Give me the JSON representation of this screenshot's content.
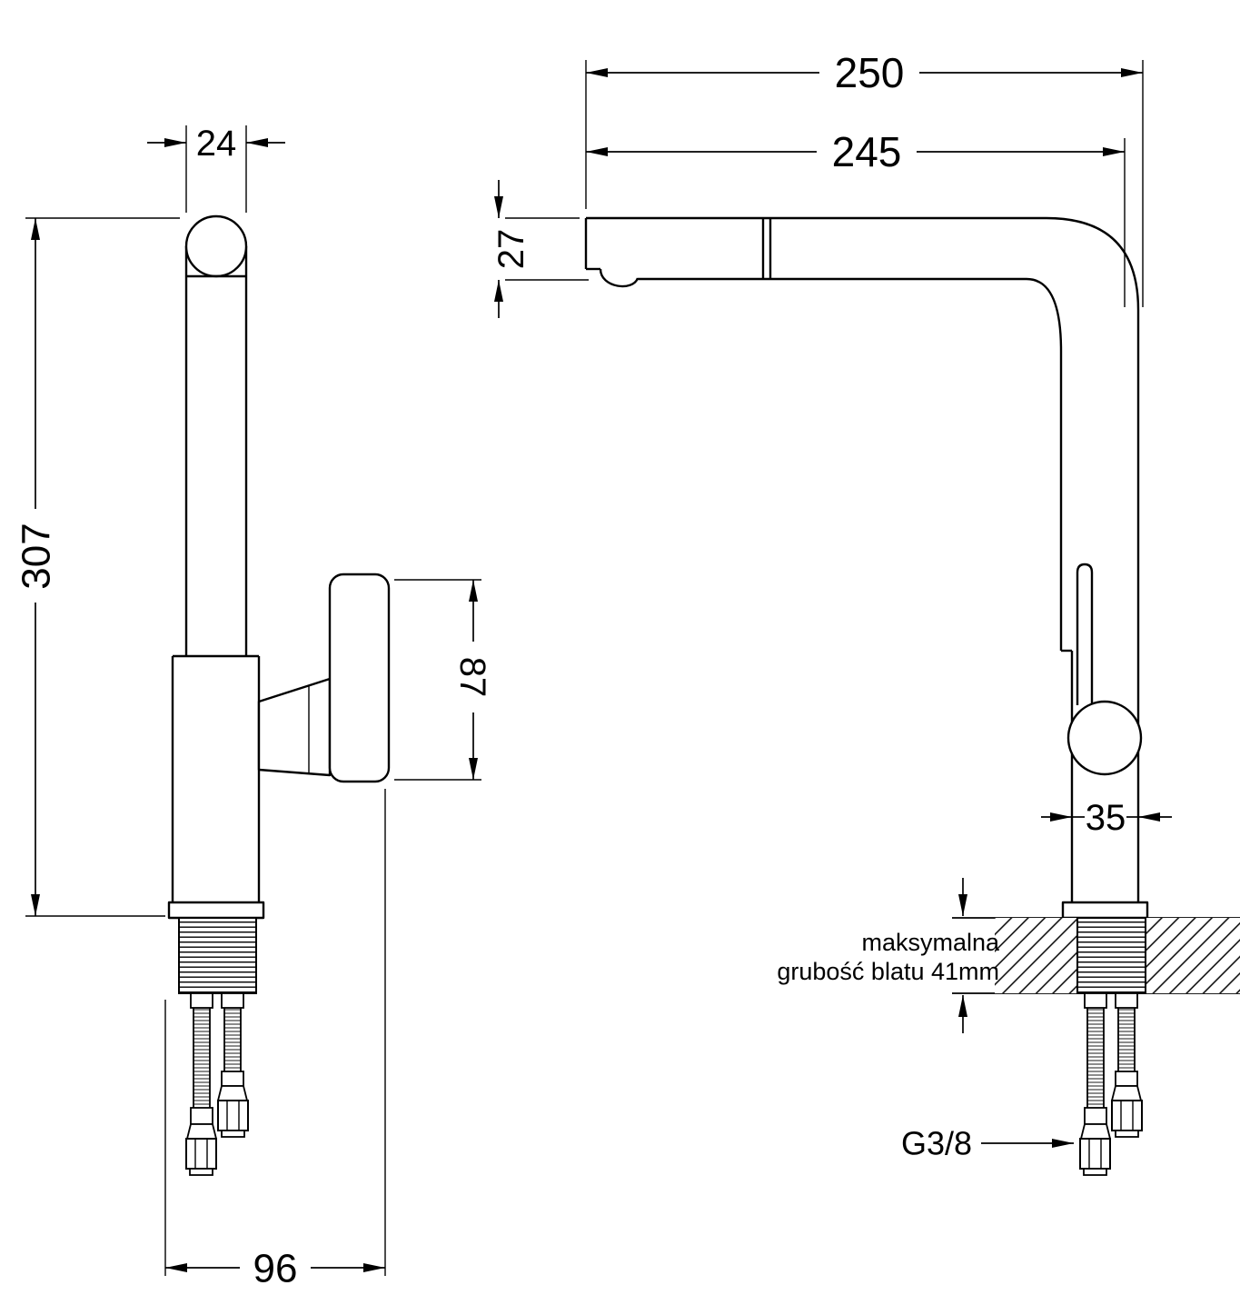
{
  "page": {
    "background": "#ffffff",
    "line_color": "#000000"
  },
  "views": {
    "side_view": {
      "dims": {
        "spout_width": "24",
        "total_height": "307",
        "handle_height": "87",
        "base_depth": "96"
      }
    },
    "front_view": {
      "dims": {
        "total_reach": "250",
        "spout_reach": "245",
        "spout_head_height": "27",
        "body_width": "35"
      },
      "notes": {
        "counter_line1": "maksymalna",
        "counter_line2": "grubość blatu 41mm",
        "thread": "G3/8"
      }
    }
  }
}
